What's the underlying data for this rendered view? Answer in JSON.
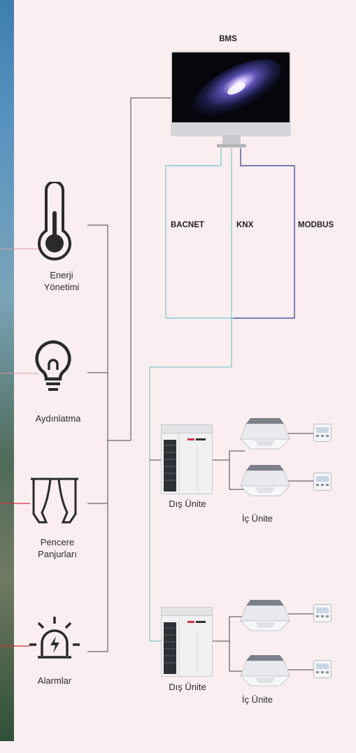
{
  "header": {
    "bms_label": "BMS"
  },
  "protocols": {
    "bacnet": "BACNET",
    "knx": "KNX",
    "modbus": "MODBUS"
  },
  "systems": {
    "energy": "Enerji\nYönetimi",
    "lighting": "Aydınlatma",
    "curtains": "Pencere\nPanjurları",
    "alarms": "Alarmlar"
  },
  "units": {
    "outdoor_1": "Dış Ünite",
    "indoor_1": "İç Ünite",
    "outdoor_2": "Dış Ünite",
    "indoor_2": "İç Ünite"
  },
  "icons": {
    "energy": "thermometer-icon",
    "lighting": "light-bulb-icon",
    "curtains": "curtains-icon",
    "alarms": "alarm-siren-icon",
    "monitor": "monitor-icon",
    "outdoor": "outdoor-unit-icon",
    "indoor": "cassette-ac-icon",
    "controller": "wall-controller-icon"
  },
  "colors": {
    "bacnet_line": "#6ec6cf",
    "knx_line": "#7cc9c8",
    "modbus_line": "#2b3a8a",
    "accent_red": "#d0303d",
    "trunk_line": "#444444"
  }
}
